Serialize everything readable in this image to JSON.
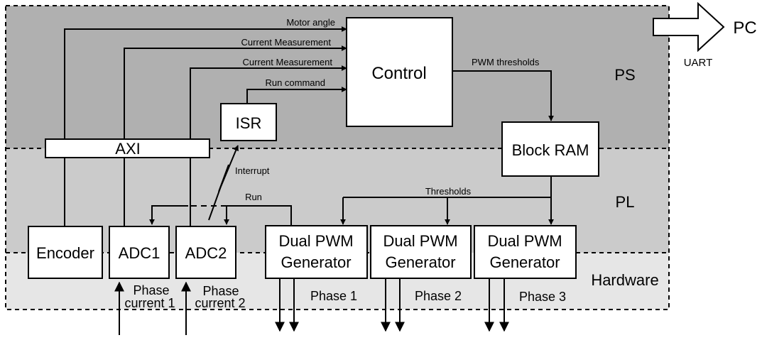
{
  "regions": {
    "ps": "PS",
    "pl": "PL",
    "hardware": "Hardware"
  },
  "blocks": {
    "control": "Control",
    "isr": "ISR",
    "axi": "AXI",
    "block_ram": "Block RAM",
    "encoder": "Encoder",
    "adc1": "ADC1",
    "adc2": "ADC2",
    "pwm1": [
      "Dual PWM",
      "Generator"
    ],
    "pwm2": [
      "Dual PWM",
      "Generator"
    ],
    "pwm3": [
      "Dual PWM",
      "Generator"
    ]
  },
  "signals": {
    "motor_angle": "Motor angle",
    "current_measurement_1": "Current Measurement",
    "current_measurement_2": "Current Measurement",
    "run_command": "Run command",
    "pwm_thresholds": "PWM thresholds",
    "thresholds": "Thresholds",
    "interrupt": "Interrupt",
    "run": "Run",
    "uart": "UART",
    "pc": "PC"
  },
  "inputs": {
    "phase_current_1": [
      "Phase",
      "current 1"
    ],
    "phase_current_2": [
      "Phase",
      "current 2"
    ]
  },
  "outputs": {
    "phase_1": "Phase 1",
    "phase_2": "Phase 2",
    "phase_3": "Phase 3"
  }
}
